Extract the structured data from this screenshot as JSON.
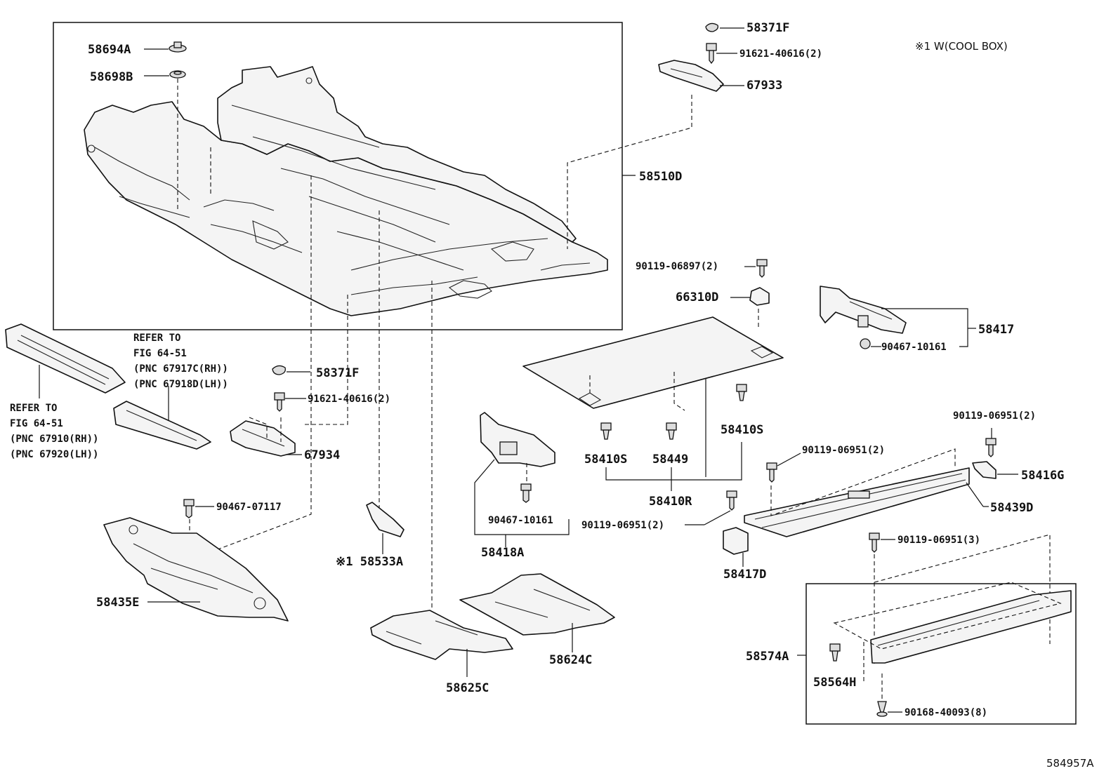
{
  "note": "※1 W(COOL BOX)",
  "figure_code": "584957A",
  "labels": {
    "p58694A": "58694A",
    "p58698B": "58698B",
    "p58510D": "58510D",
    "p58371F_top": "58371F",
    "p91621_top": "91621-40616(2)",
    "p67933": "67933",
    "p90119_06897": "90119-06897(2)",
    "p66310D": "66310D",
    "p58417": "58417",
    "p90467_10161_a": "90467-10161",
    "p58371F_mid": "58371F",
    "p91621_mid": "91621-40616(2)",
    "p67934": "67934",
    "p58410S_left": "58410S",
    "p58449": "58449",
    "p58410S_right": "58410S",
    "p58410R": "58410R",
    "p90119_06951_r": "90119-06951(2)",
    "p90119_06951_m": "90119-06951(2)",
    "p58416G": "58416G",
    "p58439D": "58439D",
    "p90119_06951_l": "90119-06951(2)",
    "p58417D": "58417D",
    "p90467_07117": "90467-07117",
    "p58533A": "※1 58533A",
    "p90467_10161_b": "90467-10161",
    "p58418A": "58418A",
    "p58435E": "58435E",
    "p90119_06951_3": "90119-06951(3)",
    "p58574A": "58574A",
    "p58564H": "58564H",
    "p90168": "90168-40093(8)",
    "p58624C": "58624C",
    "p58625C": "58625C"
  },
  "refer_a": [
    "REFER TO",
    "FIG 64-51",
    "(PNC 67917C(RH))",
    "(PNC 67918D(LH))"
  ],
  "refer_b": [
    "REFER TO",
    "FIG 64-51",
    "(PNC 67910(RH))",
    "(PNC 67920(LH))"
  ]
}
